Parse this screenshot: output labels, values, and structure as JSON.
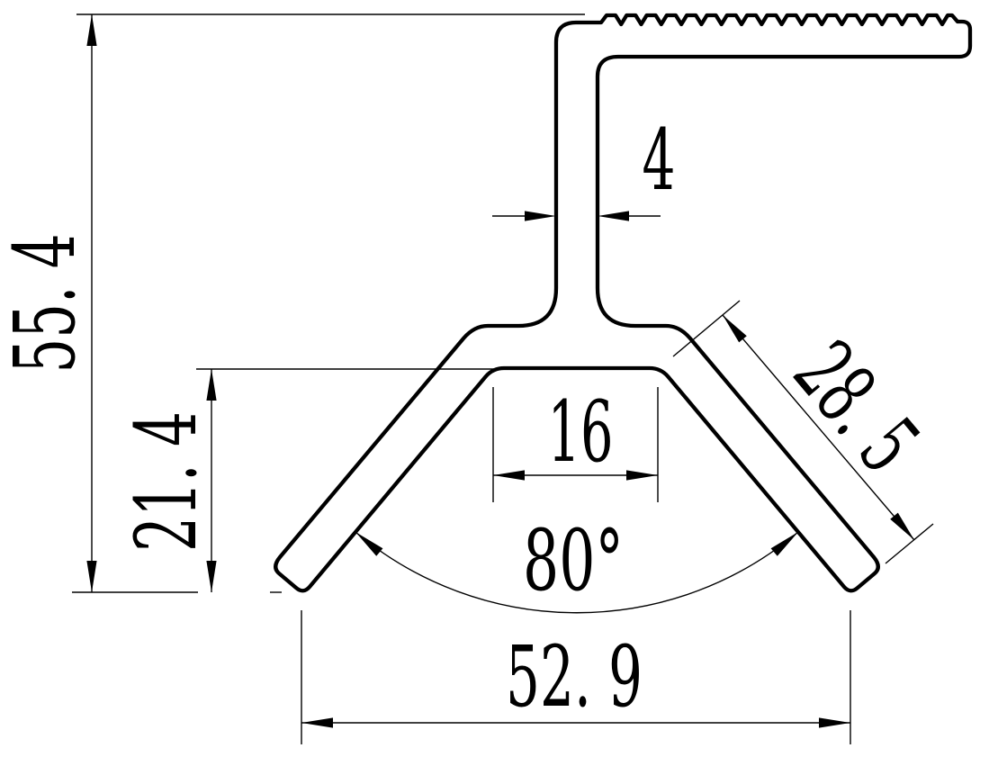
{
  "drawing": {
    "type": "technical-drawing-cross-section",
    "background": "#ffffff",
    "line_color": "#000000",
    "dimensions": {
      "total_height": {
        "label": "55. 4",
        "value": 55.4
      },
      "leg_height": {
        "label": "21. 4",
        "value": 21.4
      },
      "stem_thickness": {
        "label": "4",
        "value": 4
      },
      "slot_width": {
        "label": "16",
        "value": 16
      },
      "leg_length": {
        "label": "28. 5",
        "value": 28.5
      },
      "leg_angle": {
        "label": "80°",
        "value": 80
      },
      "base_width": {
        "label": "52. 9",
        "value": 52.9
      }
    }
  }
}
